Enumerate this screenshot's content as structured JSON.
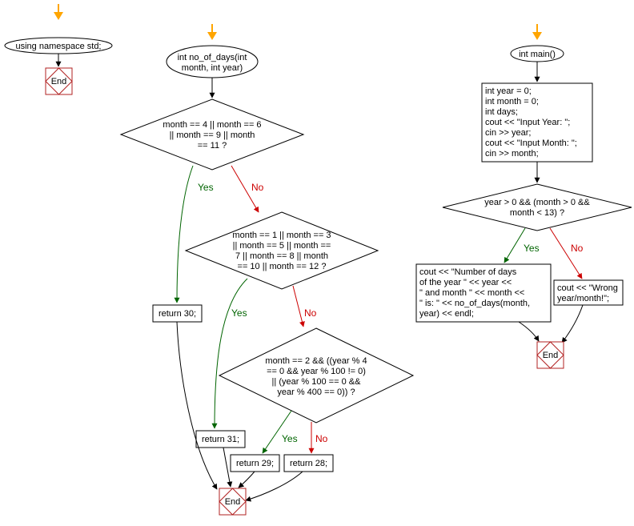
{
  "diagram": {
    "namespace_node": "using namespace std;",
    "end_label": "End",
    "yes_label": "Yes",
    "no_label": "No",
    "func_node": [
      "int no_of_days(int",
      "month, int year)"
    ],
    "cond1": [
      "month == 4 || month == 6",
      "|| month == 9 || month",
      "== 11 ?"
    ],
    "cond2": [
      "month == 1 || month == 3",
      "|| month == 5 || month ==",
      "7 || month == 8 || month",
      "== 10 || month == 12 ?"
    ],
    "cond3": [
      "month == 2 && ((year % 4",
      "== 0 && year % 100 != 0)",
      "|| (year % 100 == 0 &&",
      "year % 400 == 0)) ?"
    ],
    "return30": "return 30;",
    "return31": "return 31;",
    "return29": "return 29;",
    "return28": "return 28;",
    "main_node": "int main()",
    "main_block": [
      "int year = 0;",
      "int month = 0;",
      "int days;",
      "cout << \"Input Year: \";",
      "cin >> year;",
      "cout << \"Input Month: \";",
      "cin >> month;"
    ],
    "main_cond": [
      "year > 0 && (month > 0 &&",
      "month < 13) ?"
    ],
    "main_yes_block": [
      "cout << \"Number of days",
      "of the year \" << year <<",
      "\" and month \" << month <<",
      "\" is: \" << no_of_days(month,",
      "year) << endl;"
    ],
    "main_no_block": [
      "cout << \"Wrong",
      "year/month!\";"
    ]
  }
}
